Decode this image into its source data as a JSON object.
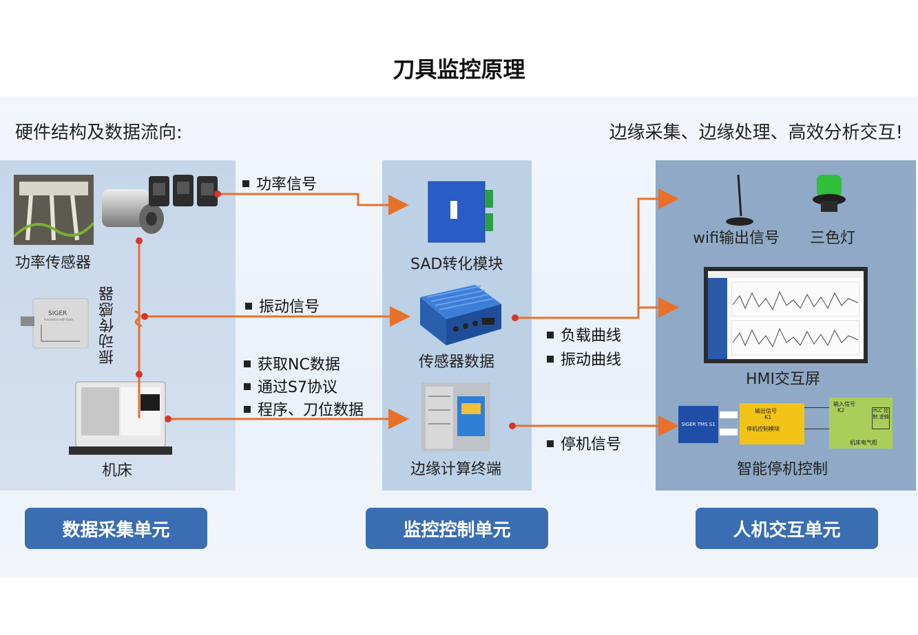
{
  "title": "刀具监控原理",
  "subtitle_left": "硬件结构及数据流向:",
  "subtitle_right": "边缘采集、边缘处理、高效分析交互!",
  "left_panel": {
    "power_sensor": "功率传感器",
    "vibration_sensor": "振动传感器",
    "machine": "机床",
    "device_brand": "SIGER",
    "device_tagline": "Innovation with Data"
  },
  "signals": {
    "power": "功率信号",
    "vibration": "振动信号",
    "nc1": "获取NC数据",
    "nc2": "通过S7协议",
    "nc3": "程序、刀位数据",
    "load_curve": "负载曲线",
    "vib_curve": "振动曲线",
    "stop": "停机信号"
  },
  "mid_panel": {
    "sad": "SAD转化模块",
    "sensor_data": "传感器数据",
    "edge": "边缘计算终端"
  },
  "right_panel": {
    "wifi": "wifi输出信号",
    "tricolor": "三色灯",
    "hmi": "HMI交互屏",
    "smart_stop": "智能停机控制",
    "tms_box": "SIGER TMS S1",
    "output_signal": "输出信号",
    "k1": "K1",
    "stop_module": "停机控制模块",
    "input_signal": "输入信号",
    "k2": "K2",
    "plc": "PLC 控制 逻辑",
    "machine_elec": "机床电气柜"
  },
  "units": {
    "collect": "数据采集单元",
    "monitor": "监控控制单元",
    "hmi": "人机交互单元"
  },
  "colors": {
    "accent": "#e8702a",
    "unit_button": "#3a6db1",
    "dot": "#d9342b"
  }
}
